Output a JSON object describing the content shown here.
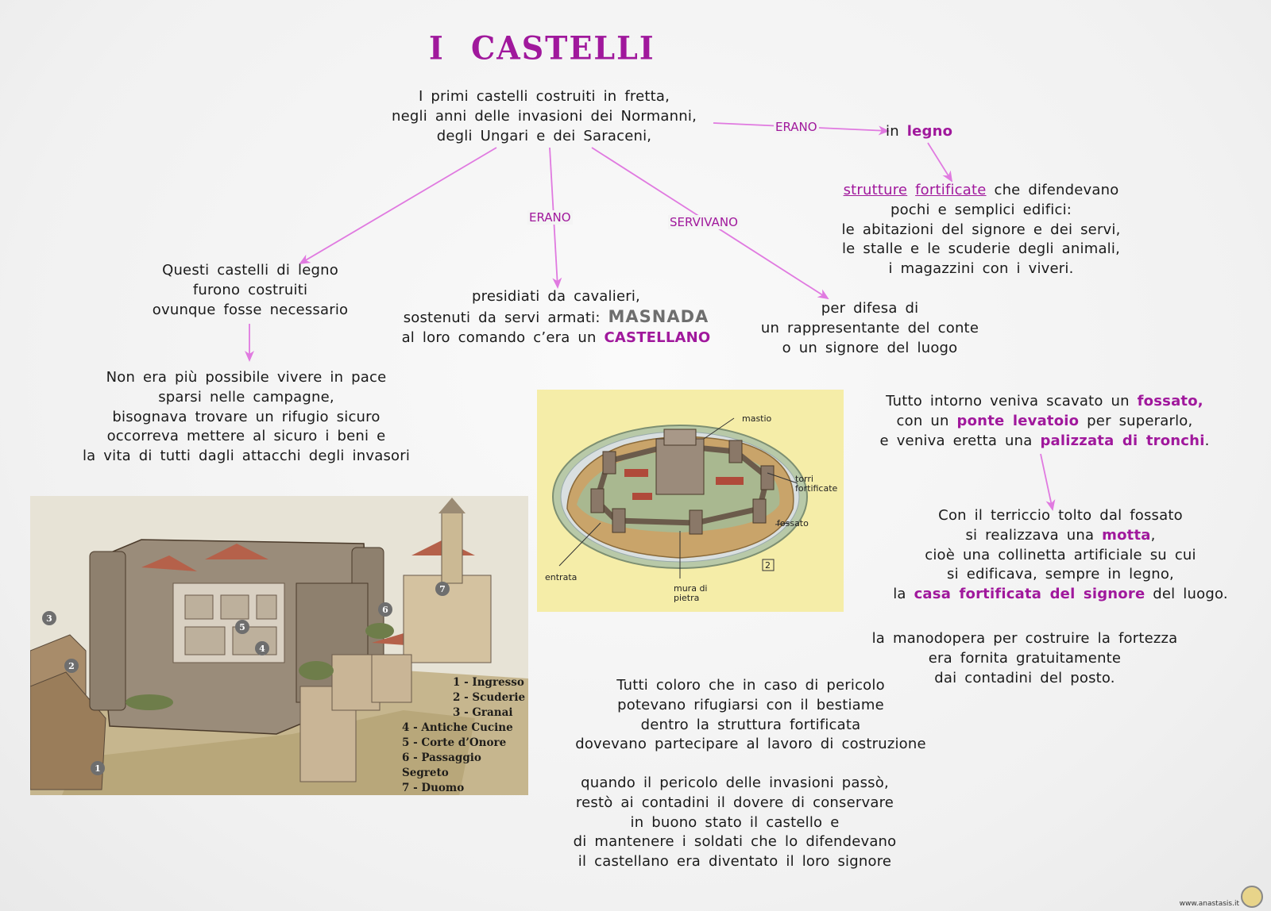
{
  "title": "I  CASTELLI",
  "intro": [
    "I primi castelli costruiti in fretta,",
    "negli anni delle invasioni dei Normanni,",
    "degli Ungari e dei Saraceni,"
  ],
  "labels": {
    "erano_top": "ERANO",
    "erano_mid": "ERANO",
    "servivano": "SERVIVANO"
  },
  "legno": {
    "prefix": "in",
    "word": "legno"
  },
  "strutture": {
    "link1": "strutture",
    "link2": "fortificate",
    "rest": "che difendevano",
    "lines": [
      "pochi e semplici edifici:",
      "le abitazioni del signore e dei servi,",
      "le stalle e le scuderie degli animali,",
      "i magazzini con i viveri."
    ]
  },
  "questi": [
    "Questi castelli di legno",
    "furono costruiti",
    "ovunque fosse necessario"
  ],
  "presidiati": {
    "line1": "presidiati da cavalieri,",
    "line2_prefix": "sostenuti da servi armati:",
    "masnada": "MASNADA",
    "line3_prefix": "al loro comando c’era un",
    "castellano": "CASTELLANO"
  },
  "difesa": [
    "per difesa di",
    "un rappresentante del conte",
    "o un signore del luogo"
  ],
  "pace": [
    "Non era più possibile vivere in pace",
    "sparsi nelle campagne,",
    "bisognava trovare un rifugio sicuro",
    "occorreva mettere al sicuro i beni e",
    "la vita di tutti dagli attacchi degli invasori"
  ],
  "fossato": {
    "l1_prefix": "Tutto intorno veniva scavato un",
    "l1_hl": "fossato,",
    "l2_prefix": "con un",
    "l2_hl": "ponte levatoio",
    "l2_suffix": "per superarlo,",
    "l3_prefix": "e veniva eretta una",
    "l3_hl": "palizzata di tronchi",
    "l3_suffix": "."
  },
  "motta": {
    "l1": "Con il terriccio tolto dal fossato",
    "l2_prefix": "si realizzava una",
    "l2_hl": "motta",
    "l2_suffix": ",",
    "l3": "cioè una collinetta artificiale su cui",
    "l4": "si edificava, sempre in legno,",
    "l5_prefix": "la",
    "l5_hl": "casa fortificata del signore",
    "l5_suffix": "del luogo."
  },
  "manodopera": [
    "la manodopera per costruire la fortezza",
    "era fornita gratuitamente",
    "dai contadini del posto."
  ],
  "tutti": [
    "Tutti coloro che in caso di pericolo",
    "potevano rifugiarsi con il bestiame",
    "dentro la struttura fortificata",
    "dovevano partecipare al lavoro di costruzione"
  ],
  "quando": [
    "quando il pericolo delle invasioni passò,",
    "restò ai contadini il dovere di conservare",
    "in buono stato il castello e",
    "di mantenere i soldati che lo difendevano",
    "il castellano era diventato il loro signore"
  ],
  "diagram": {
    "labels": {
      "mastio": "mastio",
      "torri": "torri",
      "fortificate": "fortificate",
      "fossato": "fossato",
      "entrata": "entrata",
      "mura": "mura di",
      "pietra": "pietra",
      "num": "2"
    }
  },
  "illustration": {
    "legend": [
      "1 - Ingresso",
      "2 - Scuderie",
      "3 - Granai",
      "4 - Antiche Cucine",
      "5 - Corte d’Onore",
      "6 - Passaggio Segreto",
      "7 - Duomo"
    ],
    "markers": [
      "1",
      "2",
      "3",
      "4",
      "5",
      "6",
      "7"
    ]
  },
  "credit": "www.anastasis.it",
  "colors": {
    "accent": "#a0189c",
    "arrow": "#e07ae0",
    "text": "#1a1a1a",
    "diagram_bg": "#f5eda8"
  }
}
